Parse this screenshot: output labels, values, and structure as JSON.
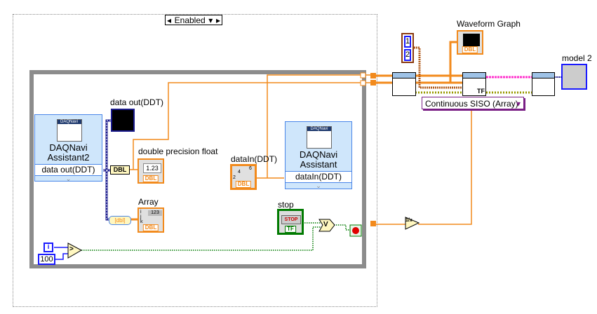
{
  "diagram_disable": {
    "selected_case": "Enabled",
    "left_arrow": "◂",
    "dropdown_arrow": "▾",
    "right_arrow": "▸"
  },
  "loop_nodes": {
    "daqnavi_assistant2": {
      "icon_text": "DAQNavi",
      "title_line1": "DAQNavi",
      "title_line2": "Assistant2",
      "output": "data out(DDT)",
      "expand": "⌄"
    },
    "data_out_graph": {
      "label": "data out(DDT)"
    },
    "dbl_convert": {
      "text": "DBL"
    },
    "double_indicator": {
      "label": "double precision float",
      "value": "1.23",
      "type": "DBL"
    },
    "array_indicator": {
      "label": "Array",
      "value": "123",
      "type": "DBL",
      "index_labels": [
        "i",
        "j",
        "k"
      ]
    },
    "array_convert": {
      "text": "[dbl]"
    },
    "dataIn_knob": {
      "label": "dataIn(DDT)",
      "type": "DBL",
      "ticks": [
        "2",
        "4",
        "6"
      ]
    },
    "daqnavi_assistant": {
      "icon_text": "DAQNavi",
      "title_line1": "DAQNavi",
      "title_line2": "Assistant",
      "input": "dataIn(DDT)",
      "expand": "⌄"
    },
    "stop_button": {
      "label": "stop",
      "button_text": "STOP",
      "type": "TF"
    },
    "or_gate": {
      "text": "V"
    },
    "iteration_terminal": {
      "text": "i"
    },
    "constant_100": {
      "text": "100"
    },
    "greater_than": {
      "text": ">"
    }
  },
  "outside_nodes": {
    "array_constant": {
      "values": [
        "1",
        "2"
      ]
    },
    "waveform_graph": {
      "label": "Waveform Graph",
      "type": "DBL"
    },
    "tf_node": {
      "text": "TF"
    },
    "model_indicator": {
      "label": "model 2"
    },
    "mode_ring": {
      "value": "Continuous SISO (Array)",
      "arrow": "▾"
    },
    "reciprocal": {
      "text": "1/x"
    }
  },
  "colors": {
    "double_wire": "#f28a1c",
    "ddt_wire": "#1a1a8c",
    "boolean_wire": "#007a00",
    "cluster_wire": "#ff33cc",
    "loop_border": "#8c8c8c",
    "express_bg": "#cfe6fb"
  }
}
